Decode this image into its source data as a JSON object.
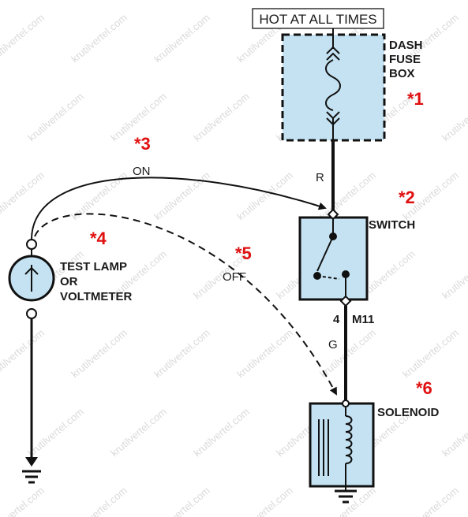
{
  "diagram": {
    "hot_label": "HOT AT ALL TIMES",
    "fuse_box_label": [
      "DASH",
      "FUSE",
      "BOX"
    ],
    "switch_label": "SWITCH",
    "solenoid_label": "SOLENOID",
    "test_lamp_label": [
      "TEST LAMP",
      "OR",
      "VOLTMETER"
    ],
    "on_label": "ON",
    "off_label": "OFF",
    "wire_color_top": "R",
    "wire_color_bottom": "G",
    "connector_pin": "4",
    "connector_id": "M11",
    "markers": [
      "*1",
      "*2",
      "*3",
      "*4",
      "*5",
      "*6"
    ],
    "watermark": "krutilvertel.com"
  },
  "colors": {
    "component_fill": "#c4e2f2",
    "wire": "#111111",
    "marker": "#e01010"
  }
}
